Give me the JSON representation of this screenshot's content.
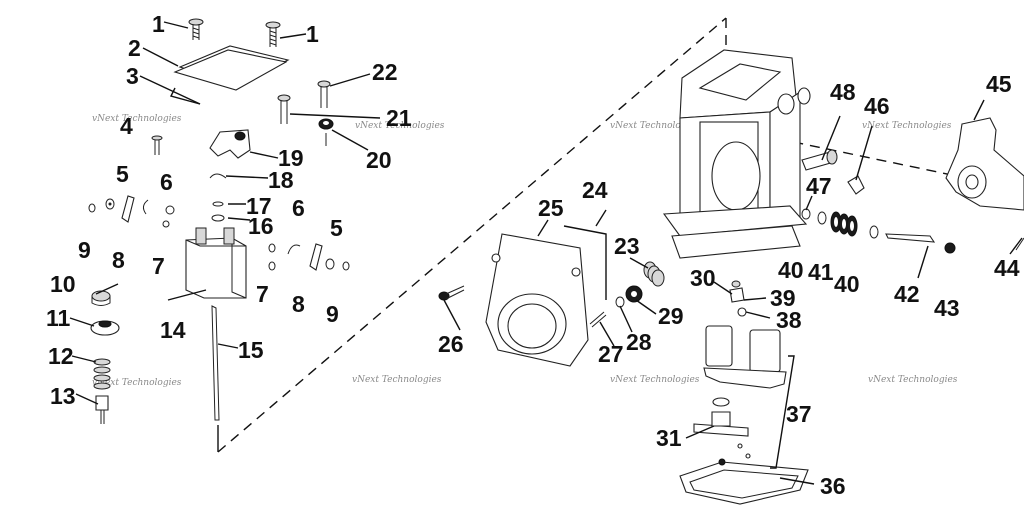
{
  "diagram": {
    "part_numbers": {
      "p1a": "1",
      "p1b": "1",
      "p2": "2",
      "p3": "3",
      "p4": "4",
      "p5a": "5",
      "p5b": "5",
      "p6a": "6",
      "p6b": "6",
      "p7a": "7",
      "p7b": "7",
      "p8a": "8",
      "p8b": "8",
      "p9a": "9",
      "p9b": "9",
      "p10": "10",
      "p11": "11",
      "p12": "12",
      "p13": "13",
      "p14": "14",
      "p15": "15",
      "p16": "16",
      "p17": "17",
      "p18": "18",
      "p19": "19",
      "p20": "20",
      "p21": "21",
      "p22": "22",
      "p23": "23",
      "p24": "24",
      "p25": "25",
      "p26": "26",
      "p27": "27",
      "p28": "28",
      "p29": "29",
      "p30": "30",
      "p31": "31",
      "p36": "36",
      "p37": "37",
      "p38": "38",
      "p39": "39",
      "p40a": "40",
      "p40b": "40",
      "p41": "41",
      "p42": "42",
      "p43": "43",
      "p44": "44",
      "p45": "45",
      "p46": "46",
      "p47": "47",
      "p48": "48"
    },
    "watermark": "vNext Technologies"
  }
}
